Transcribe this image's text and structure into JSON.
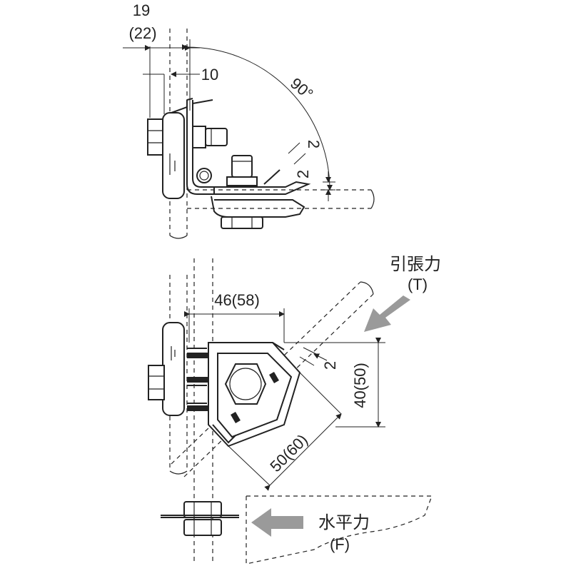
{
  "top_view": {
    "dim_width": "19",
    "dim_width_alt": "(22)",
    "dim_gap": "10",
    "dim_angle": "90°",
    "dim_clear_1": "2",
    "dim_clear_2": "2"
  },
  "bottom_view": {
    "dim_horizontal": "46(58)",
    "dim_vertical": "40(50)",
    "dim_diagonal": "50(60)",
    "dim_clear": "2",
    "tension_label": "引張力",
    "tension_symbol": "(T)",
    "horizontal_label": "水平力",
    "horizontal_symbol": "(F)"
  },
  "colors": {
    "line": "#222222",
    "arrow": "#9a9a9a"
  }
}
